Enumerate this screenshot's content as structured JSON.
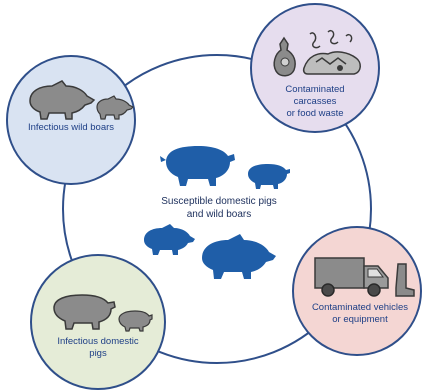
{
  "center": {
    "line1": "Susceptible domestic pigs",
    "line2": "and wild boars"
  },
  "sources": [
    {
      "id": "wild_boars",
      "line1": "Infectious wild boars",
      "line2": ""
    },
    {
      "id": "carcasses",
      "line1": "Contaminated",
      "line2": "carcasses",
      "line3": "or food waste"
    },
    {
      "id": "vehicles",
      "line1": "Contaminated vehicles",
      "line2": "or equipment"
    },
    {
      "id": "domestic_pigs",
      "line1": "Infectious domestic",
      "line2": "pigs"
    }
  ],
  "colors": {
    "hub_border": "#2f4f8a",
    "susceptible_fill": "#1f5ea8",
    "infectious_fill": "#8b8b8b",
    "wild_boars_bg": "#d9e3f2",
    "carcasses_bg": "#e6ddee",
    "vehicles_bg": "#f4d6d3",
    "domestic_pigs_bg": "#e5ecd7"
  }
}
